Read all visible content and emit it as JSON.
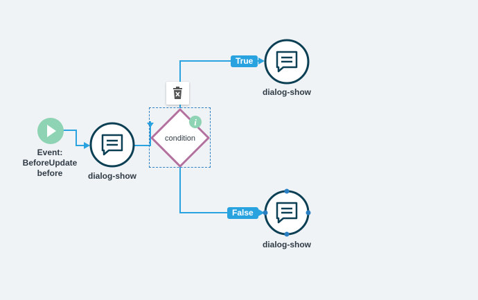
{
  "colors": {
    "background": "#f0f3f6",
    "wire": "#29a3e0",
    "action_ring": "#0b3f54",
    "start_fill": "#8ed3b3",
    "condition_border": "#b36f9e",
    "info_badge": "#8ed3b3",
    "selection": "#2a7fc2"
  },
  "start": {
    "icon": "play-icon",
    "label_lines": [
      "Event:",
      "BeforeUpdate",
      "before"
    ]
  },
  "action_main": {
    "icon": "message-icon",
    "label": "dialog-show"
  },
  "condition": {
    "label": "condition",
    "badge": "i",
    "delete_icon": "trash-icon"
  },
  "branch_true": {
    "tag": "True",
    "icon": "message-icon",
    "label": "dialog-show"
  },
  "branch_false": {
    "tag": "False",
    "icon": "message-icon",
    "label": "dialog-show"
  }
}
